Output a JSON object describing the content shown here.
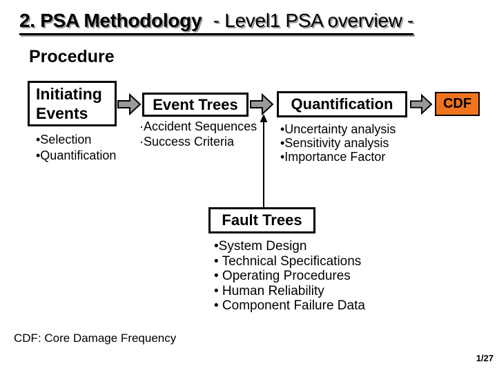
{
  "slide": {
    "title_bold": "2. PSA Methodology",
    "title_rest": " - Level1 PSA overview -",
    "subtitle": "Procedure",
    "footnote": "CDF: Core Damage Frequency",
    "page_number": "1/27"
  },
  "flow": {
    "initiating_events": {
      "label": "Initiating Events",
      "items": [
        "•Selection",
        "•Quantification"
      ]
    },
    "event_trees": {
      "label": "Event Trees",
      "items": [
        "·Accident Sequences",
        "·Success Criteria"
      ]
    },
    "quantification": {
      "label": "Quantification",
      "items": [
        "•Uncertainty analysis",
        "•Sensitivity analysis",
        "•Importance Factor"
      ]
    },
    "cdf": {
      "label": "CDF"
    },
    "fault_trees": {
      "label": "Fault Trees",
      "items": [
        "•System Design",
        "• Technical Specifications",
        "• Operating Procedures",
        "• Human Reliability",
        "• Component Failure Data"
      ]
    }
  },
  "icons": {
    "flow_arrow": "block-arrow-right",
    "connector_arrow": "thin-arrow-up"
  },
  "colors": {
    "cdf_fill": "#F0731E",
    "arrow_fill": "#999999",
    "box_border": "#000000",
    "background": "#FFFFFF"
  }
}
